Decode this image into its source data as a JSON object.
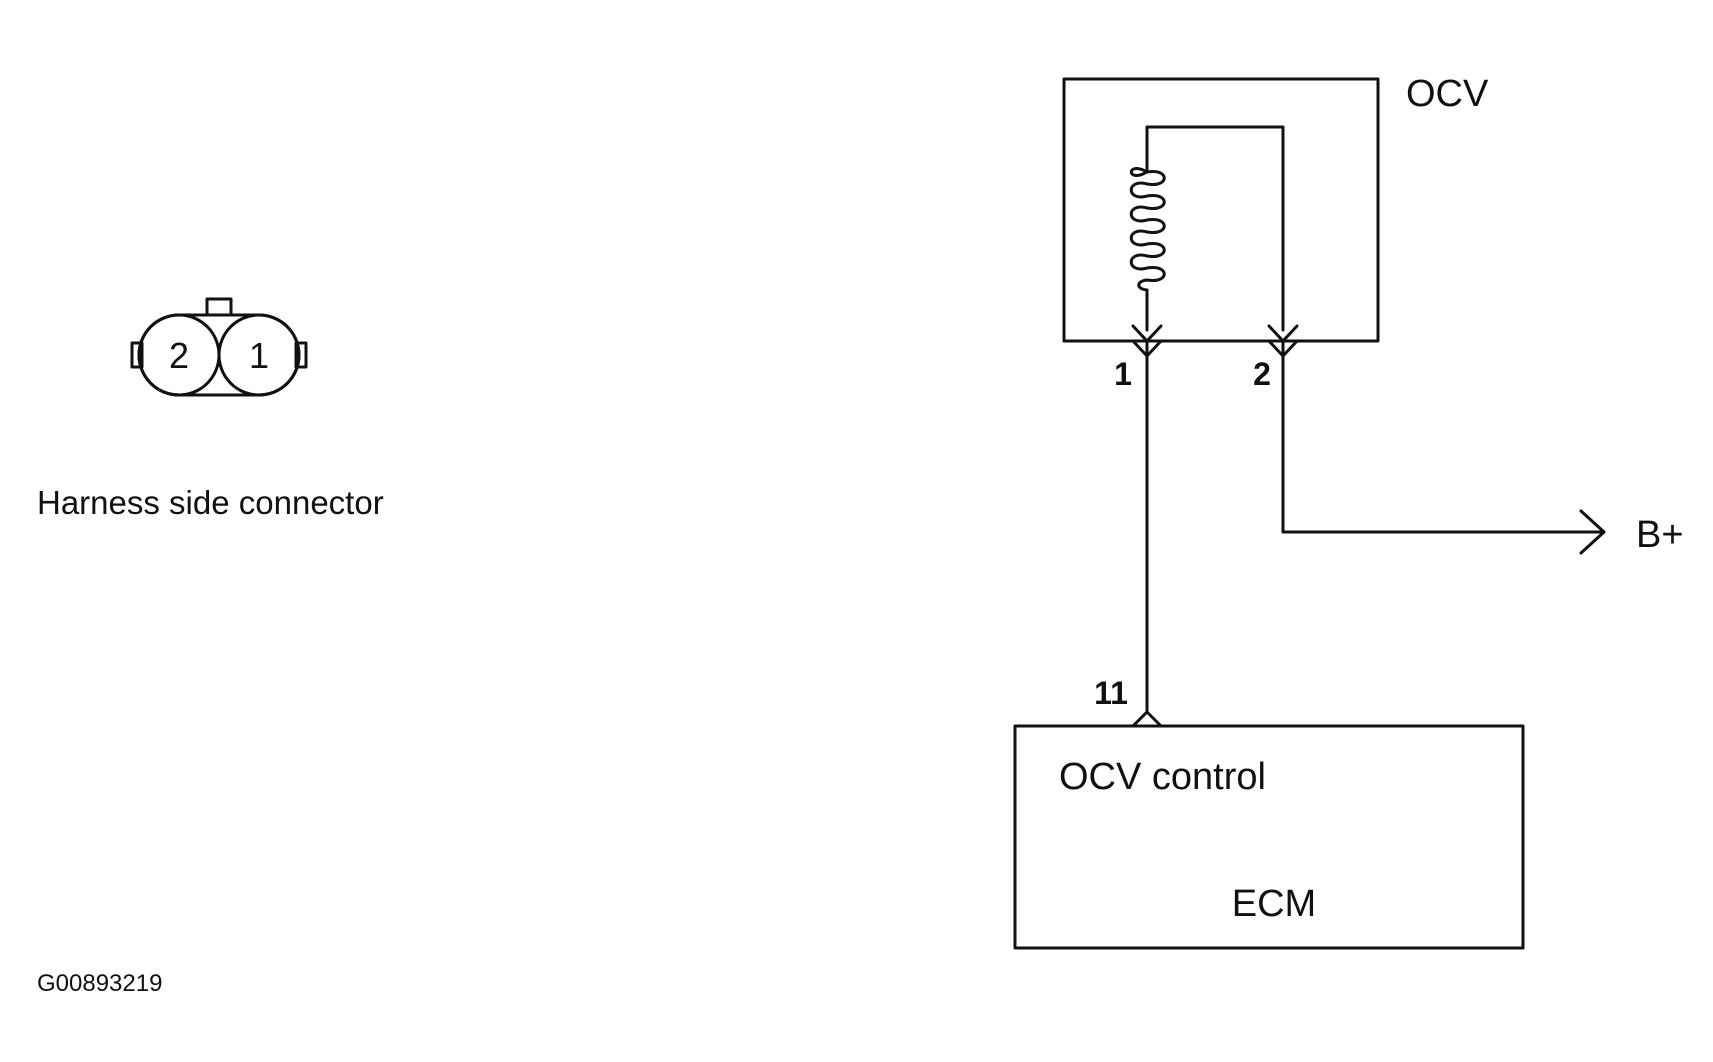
{
  "connector": {
    "caption": "Harness side connector",
    "pin_left": "2",
    "pin_right": "1"
  },
  "ocv": {
    "label": "OCV",
    "pin_a": "1",
    "pin_b": "2"
  },
  "battery": {
    "label": "B+"
  },
  "ecm": {
    "pin": "11",
    "function_label": "OCV control",
    "label": "ECM"
  },
  "figure_id": "G00893219"
}
